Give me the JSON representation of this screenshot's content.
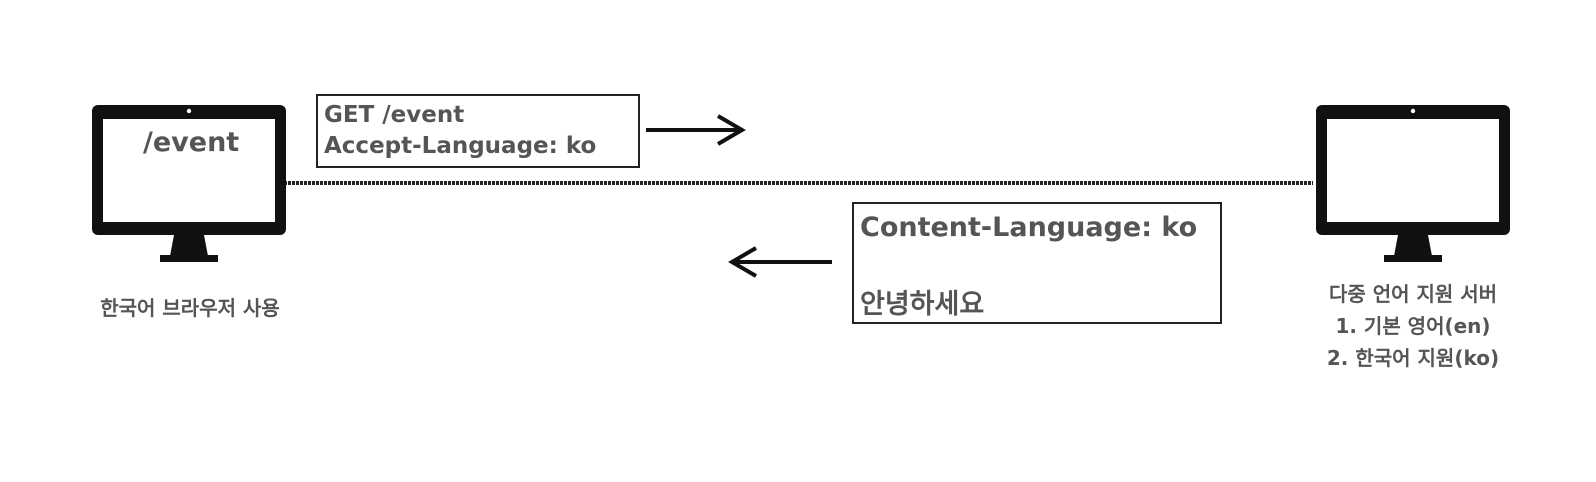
{
  "client": {
    "screen_text": "/event",
    "caption": "한국어 브라우저 사용",
    "icon": "monitor-icon"
  },
  "request": {
    "line1": "GET /event",
    "line2": "Accept-Language: ko"
  },
  "response": {
    "line1": "Content-Language: ko",
    "line2": "안녕하세요"
  },
  "server": {
    "caption_lines": [
      "다중 언어 지원 서버",
      "1. 기본 영어(en)",
      "2. 한국어 지원(ko)"
    ],
    "icon": "monitor-icon"
  },
  "colors": {
    "ink": "#111111",
    "text": "#555555",
    "screen": "#ffffff"
  }
}
